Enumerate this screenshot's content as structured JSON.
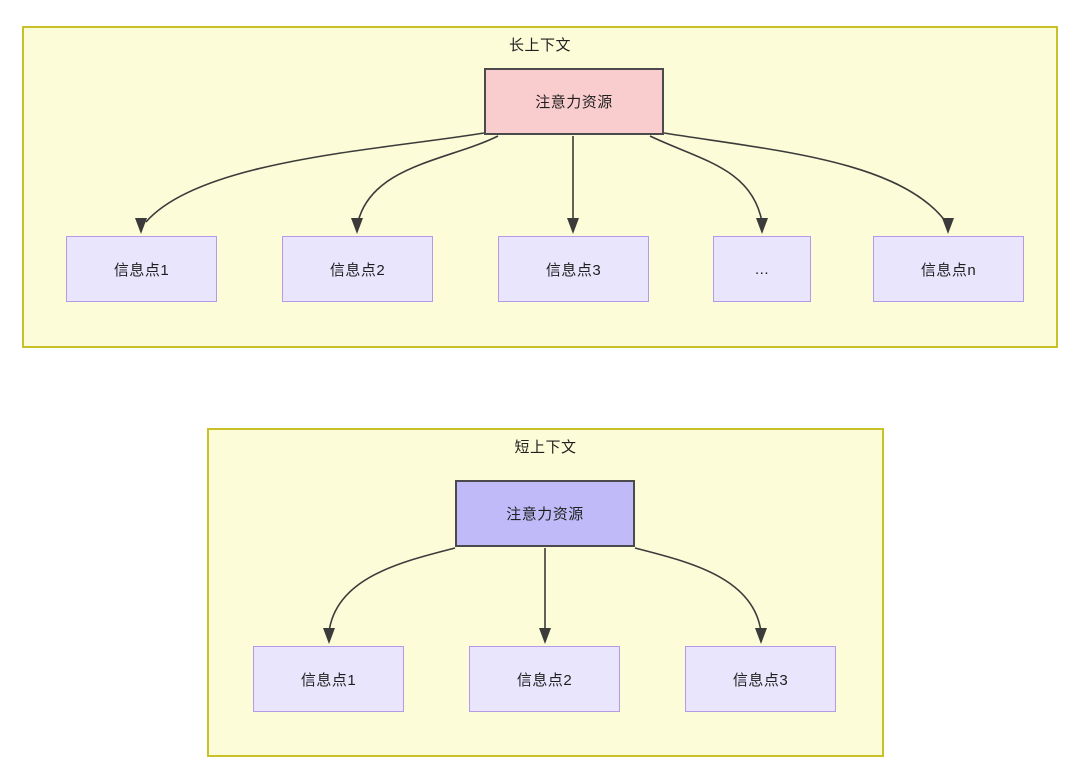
{
  "diagram": {
    "type": "node-edge-diagram",
    "background": "#ffffff",
    "panels": [
      {
        "id": "long-context",
        "title": "长上下文",
        "fill": "#fdfcd8",
        "stroke": "#c8c228",
        "root": {
          "label": "注意力资源",
          "fill": "#f9ccce",
          "stroke": "#4c4a4c"
        },
        "children": [
          {
            "label": "信息点1"
          },
          {
            "label": "信息点2"
          },
          {
            "label": "信息点3"
          },
          {
            "label": "..."
          },
          {
            "label": "信息点n"
          }
        ],
        "child_fill": "#e8e5fd",
        "child_stroke": "#b49ae8"
      },
      {
        "id": "short-context",
        "title": "短上下文",
        "fill": "#fdfcd8",
        "stroke": "#c8c228",
        "root": {
          "label": "注意力资源",
          "fill": "#c0baf8",
          "stroke": "#4c4a4c"
        },
        "children": [
          {
            "label": "信息点1"
          },
          {
            "label": "信息点2"
          },
          {
            "label": "信息点3"
          }
        ],
        "child_fill": "#e8e5fd",
        "child_stroke": "#b49ae8"
      }
    ],
    "edge_color": "#3b3b3b"
  }
}
